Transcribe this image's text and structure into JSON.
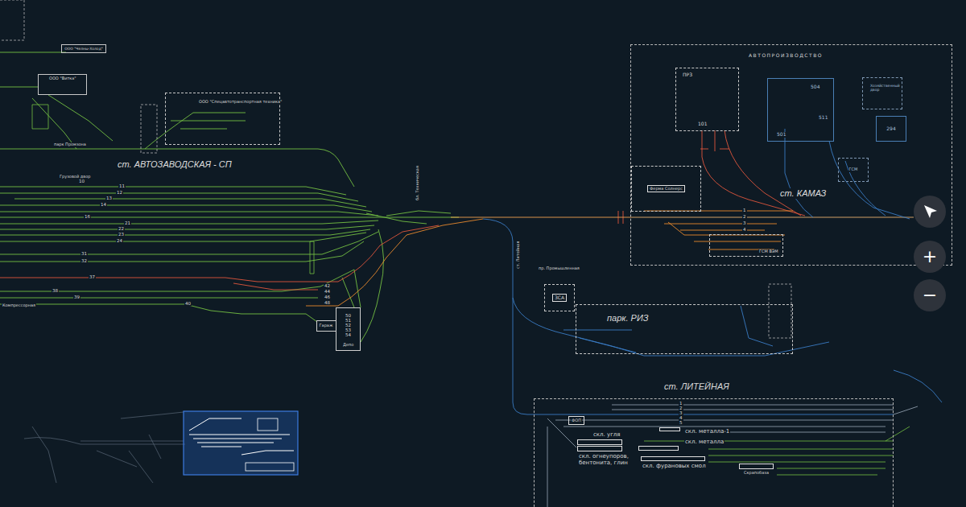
{
  "diagram": {
    "nodes": [
      {
        "text": [
          "ООО \"Челны-Холод\""
        ]
      },
      {
        "text": [
          "ООО \"Витка\""
        ]
      },
      {
        "text": [
          "ООО \"Спецавтотранспортная техника\""
        ]
      },
      {
        "text": [
          "Гараж"
        ]
      },
      {
        "text": [
          "Депо"
        ]
      },
      {
        "text": [
          "АВТОПРОИЗВОДСТВО"
        ]
      },
      {
        "text": [
          "ПРЗ",
          "101"
        ],
        "in": 5
      },
      {
        "text": [
          "504",
          "501",
          "511"
        ],
        "in": 5
      },
      {
        "text": [
          "Хозяйственный двор"
        ],
        "in": 5
      },
      {
        "text": [
          "294"
        ],
        "in": 5
      },
      {
        "text": [
          "ГСМ"
        ],
        "in": 5
      },
      {
        "text": [
          "Ферма Солнерс"
        ],
        "in": 5
      },
      {
        "text": [
          "ГСМ ВЭМ"
        ],
        "in": 5
      },
      {
        "text": [
          "ЗСА"
        ]
      },
      {
        "text": [
          "парк. РИЗ"
        ]
      },
      {
        "text": [
          "ст. ЛИТЕЙНАЯ"
        ]
      },
      {
        "text": [
          "ФОП"
        ],
        "in": 15
      },
      {
        "text": [
          "скл. угля"
        ],
        "in": 15
      },
      {
        "text": [
          "скл. огнеупоров, бентонита, глин"
        ],
        "in": 15
      },
      {
        "text": [
          "скл. металла-1"
        ],
        "in": 15
      },
      {
        "text": [
          "скл. металла"
        ],
        "in": 15
      },
      {
        "text": [
          "скл. фурановых смол"
        ],
        "in": 15
      },
      {
        "text": [
          "Скрапобаза"
        ],
        "in": 15
      },
      {
        "text": [
          "+"
        ]
      },
      {
        "text": [
          "−"
        ]
      }
    ],
    "labels": [
      "ст. АВТОЗАВОДСКАЯ - СП",
      "парк Промзона",
      "Грузовой двор",
      "Компрессорная",
      "бл. Техническая",
      "ст. Литейная",
      "пр. Промышленная",
      "ст. КАМАЗ",
      "10",
      "11",
      "12",
      "13",
      "14",
      "16",
      "21",
      "22",
      "23",
      "24",
      "31",
      "32",
      "37",
      "38",
      "39",
      "40",
      "42",
      "44",
      "46",
      "48",
      "50",
      "51",
      "52",
      "53",
      "54",
      "1",
      "2",
      "3",
      "4",
      "1",
      "2",
      "3",
      "4",
      "5"
    ]
  }
}
